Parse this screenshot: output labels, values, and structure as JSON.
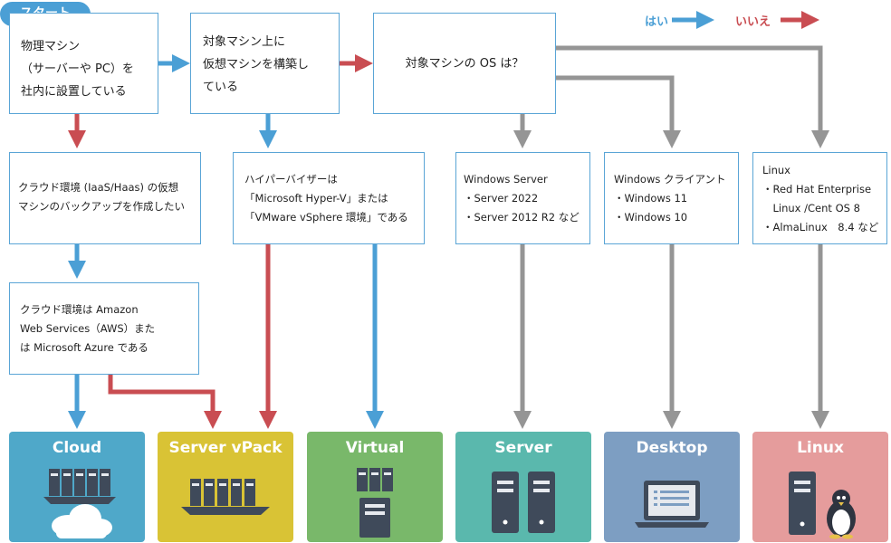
{
  "start_label": "スタート",
  "legend": {
    "yes": "はい",
    "no": "いいえ",
    "yes_color": "#4b9fd5",
    "no_color": "#c94d52"
  },
  "q1": {
    "lines": [
      "物理マシン",
      "（サーバーや PC）を",
      "社内に設置している"
    ]
  },
  "q2": {
    "lines": [
      "対象マシン上に",
      "仮想マシンを構築し",
      "ている"
    ]
  },
  "q3": {
    "text": "対象マシンの OS は？"
  },
  "cloud_q": {
    "lines": [
      "クラウド環境 (IaaS/Haas) の仮想",
      "マシンのバックアップを作成したい"
    ]
  },
  "aws_q": {
    "lines": [
      "クラウド環境は Amazon",
      "Web Services（AWS）また",
      "は Microsoft Azure である"
    ]
  },
  "hyperv": {
    "lines": [
      "ハイパーバイザーは",
      "「Microsoft Hyper-V」または",
      "「VMware vSphere 環境」である"
    ]
  },
  "win_server": {
    "lines": [
      "Windows Server",
      "・Server 2022",
      "・Server 2012 R2 など"
    ]
  },
  "win_client": {
    "lines": [
      "Windows クライアント",
      "・Windows 11",
      "・Windows 10"
    ]
  },
  "linux": {
    "lines": [
      "Linux",
      "・Red Hat Enterprise",
      "　Linux /Cent OS 8",
      "・AlmaLinux　8.4 など"
    ]
  },
  "results": [
    {
      "title": "Cloud",
      "color": "#4fa8c9"
    },
    {
      "title": "Server vPack",
      "color": "#d9c335"
    },
    {
      "title": "Virtual",
      "color": "#79b86a"
    },
    {
      "title": "Server",
      "color": "#5ab8ad"
    },
    {
      "title": "Desktop",
      "color": "#7d9ec2"
    },
    {
      "title": "Linux",
      "color": "#e59c9c"
    }
  ]
}
